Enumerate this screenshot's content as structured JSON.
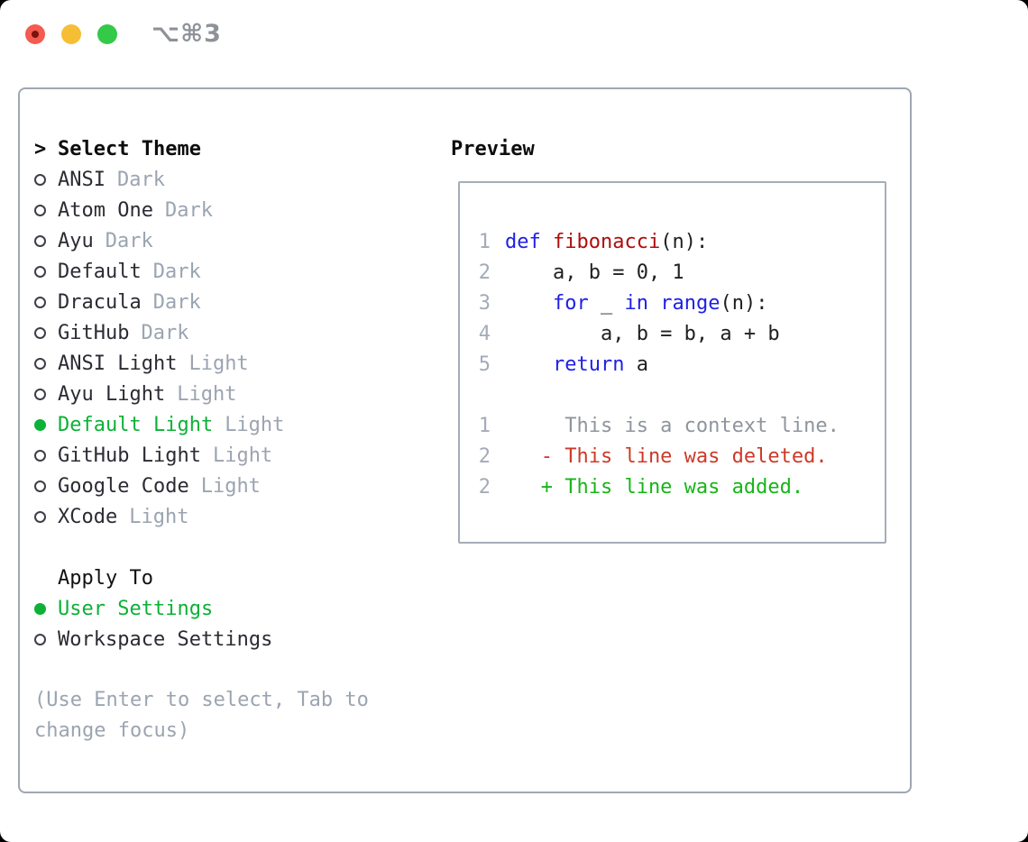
{
  "titlebar": {
    "shortcut": "⌥⌘3",
    "traffic_light_colors": {
      "close": "#f45b51",
      "minimize": "#f6be35",
      "zoom": "#35c948"
    }
  },
  "theme_section": {
    "marker": ">",
    "header": "Select Theme",
    "items": [
      {
        "name": "ANSI",
        "variant": "Dark",
        "selected": false
      },
      {
        "name": "Atom One",
        "variant": "Dark",
        "selected": false
      },
      {
        "name": "Ayu",
        "variant": "Dark",
        "selected": false
      },
      {
        "name": "Default",
        "variant": "Dark",
        "selected": false
      },
      {
        "name": "Dracula",
        "variant": "Dark",
        "selected": false
      },
      {
        "name": "GitHub",
        "variant": "Dark",
        "selected": false
      },
      {
        "name": "ANSI Light",
        "variant": "Light",
        "selected": false
      },
      {
        "name": "Ayu Light",
        "variant": "Light",
        "selected": false
      },
      {
        "name": "Default Light",
        "variant": "Light",
        "selected": true
      },
      {
        "name": "GitHub Light",
        "variant": "Light",
        "selected": false
      },
      {
        "name": "Google Code",
        "variant": "Light",
        "selected": false
      },
      {
        "name": "XCode",
        "variant": "Light",
        "selected": false
      }
    ]
  },
  "apply_section": {
    "header": "Apply To",
    "items": [
      {
        "label": "User Settings",
        "selected": true
      },
      {
        "label": "Workspace Settings",
        "selected": false
      }
    ]
  },
  "hint": "(Use Enter to select, Tab to change focus)",
  "preview": {
    "header": "Preview",
    "code_lines": [
      {
        "num": "1",
        "tokens": [
          [
            "kw",
            "def"
          ],
          [
            "pl",
            " "
          ],
          [
            "fn",
            "fibonacci"
          ],
          [
            "pl",
            "(n):"
          ]
        ]
      },
      {
        "num": "2",
        "tokens": [
          [
            "pl",
            "    a, b = 0, 1"
          ]
        ]
      },
      {
        "num": "3",
        "tokens": [
          [
            "pl",
            "    "
          ],
          [
            "kw",
            "for"
          ],
          [
            "pl",
            " _ "
          ],
          [
            "kw",
            "in"
          ],
          [
            "pl",
            " "
          ],
          [
            "kw",
            "range"
          ],
          [
            "pl",
            "(n):"
          ]
        ]
      },
      {
        "num": "4",
        "tokens": [
          [
            "pl",
            "        a, b = b, a + b"
          ]
        ]
      },
      {
        "num": "5",
        "tokens": [
          [
            "pl",
            "    "
          ],
          [
            "kw",
            "return"
          ],
          [
            "pl",
            " a"
          ]
        ]
      }
    ],
    "diff_lines": [
      {
        "num": "1",
        "type": "context",
        "text": "     This is a context line."
      },
      {
        "num": "2",
        "type": "deleted",
        "text": "   - This line was deleted."
      },
      {
        "num": "2",
        "type": "added",
        "text": "   + This line was added."
      }
    ]
  },
  "colors": {
    "selection_green": "#0cb136",
    "keyword_blue": "#2020e6",
    "function_red": "#b00b0b",
    "diff_deleted_red": "#cc3a28",
    "diff_added_green": "#17b517",
    "muted_gray": "#9ba4b1",
    "line_number_gray": "#a3abb8",
    "panel_border": "#9fa7b2"
  }
}
